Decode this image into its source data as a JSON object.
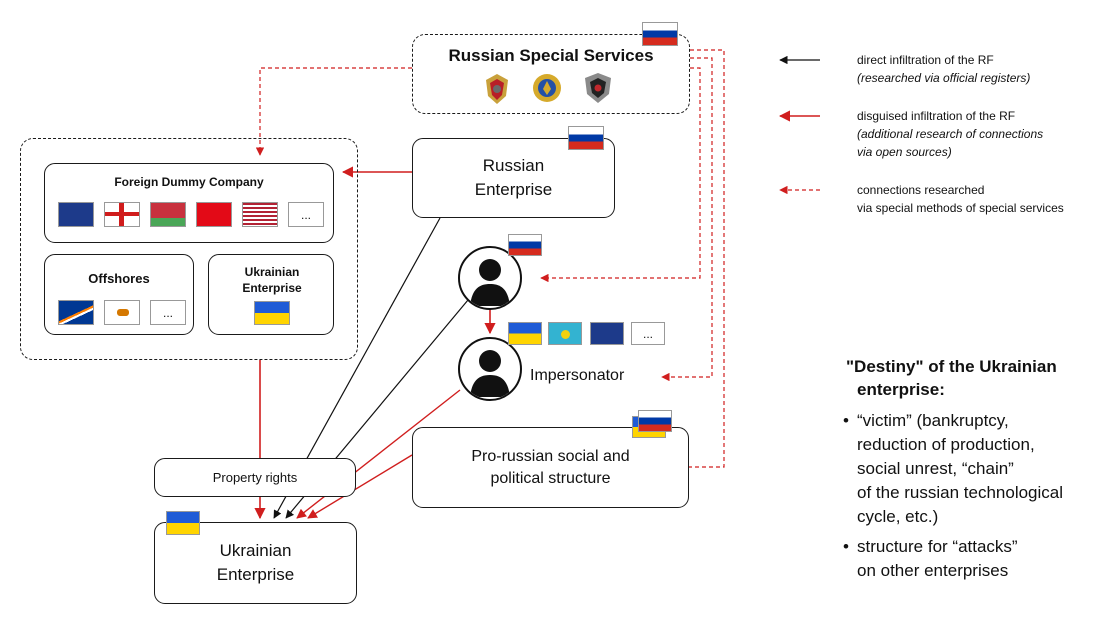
{
  "nodes": {
    "russian_special_services": "Russian Special Services",
    "russian_enterprise": "Russian Enterprise",
    "foreign_dummy_company": "Foreign Dummy Company",
    "offshores": "Offshores",
    "ukrainian_enterprise_inner": "Ukrainian Enterprise",
    "impersonator": "Impersonator",
    "pro_russian_structure": "Pro-russian social and political structure",
    "property_rights": "Property rights",
    "ukrainian_enterprise_target": "Ukrainian Enterprise"
  },
  "flags": {
    "more_label": "..."
  },
  "legend": {
    "direct": {
      "line1": "direct infiltration of the RF",
      "line2": "(researched via official registers)",
      "color": "#111111"
    },
    "disguised": {
      "line1": "disguised infiltration of the RF",
      "line2": "(additional research of connections",
      "line3": "via open sources)",
      "color": "#d01e1e"
    },
    "special": {
      "line1": "connections researched",
      "line2": "via special methods of special services",
      "color": "#d01e1e"
    }
  },
  "destiny": {
    "title_line1": "\"Destiny\" of the Ukrainian",
    "title_line2": "enterprise:",
    "bullets": [
      {
        "line1": "“victim” (bankruptcy,",
        "line2": "reduction of production,",
        "line3": "social unrest, “chain”",
        "line4": "of the russian technological",
        "line5": "cycle, etc.)"
      },
      {
        "line1": "structure for “attacks”",
        "line2": "on other enterprises"
      }
    ]
  },
  "colors": {
    "red": "#d01e1e",
    "black": "#111111"
  }
}
